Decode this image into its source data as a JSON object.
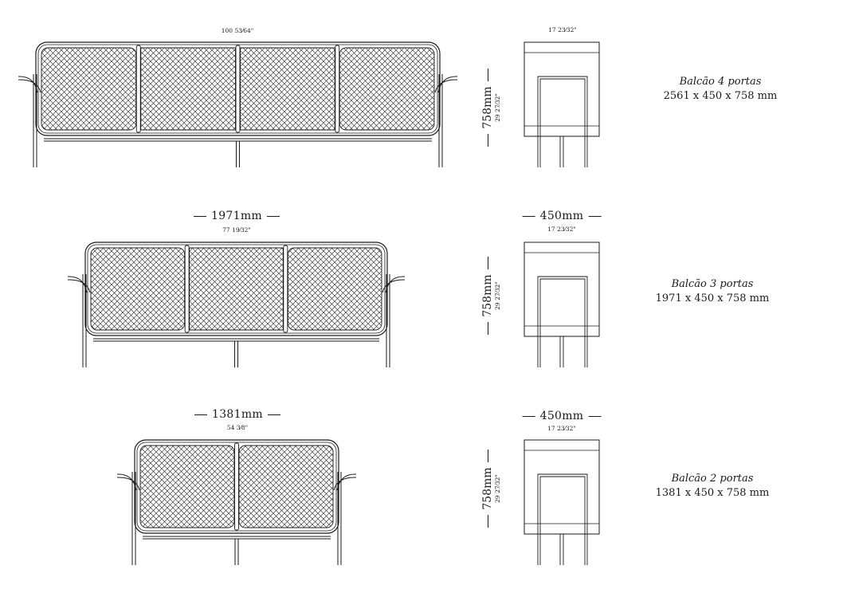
{
  "rows": [
    {
      "id": "4p",
      "front_width_mm": "",
      "front_width_in": "100 53⁄64\"",
      "side_depth_mm": "",
      "side_depth_in": "17 23⁄32\"",
      "height_mm": "758mm",
      "height_in": "29 27⁄32\"",
      "name": "Balcão 4 portas",
      "size": "2561 x 450 x 758 mm",
      "doors": 4
    },
    {
      "id": "3p",
      "front_width_mm": "1971mm",
      "front_width_in": "77 19⁄32\"",
      "side_depth_mm": "450mm",
      "side_depth_in": "17 23⁄32\"",
      "height_mm": "758mm",
      "height_in": "29 27⁄32\"",
      "name": "Balcão 3 portas",
      "size": "1971 x 450 x 758 mm",
      "doors": 3
    },
    {
      "id": "2p",
      "front_width_mm": "1381mm",
      "front_width_in": "54 3⁄8\"",
      "side_depth_mm": "450mm",
      "side_depth_in": "17 23⁄32\"",
      "height_mm": "758mm",
      "height_in": "29 27⁄32\"",
      "name": "Balcão 2 portas",
      "size": "1381 x 450 x 758 mm",
      "doors": 2
    }
  ],
  "colors": {
    "line": "#1a1a1a",
    "background": "#ffffff"
  }
}
